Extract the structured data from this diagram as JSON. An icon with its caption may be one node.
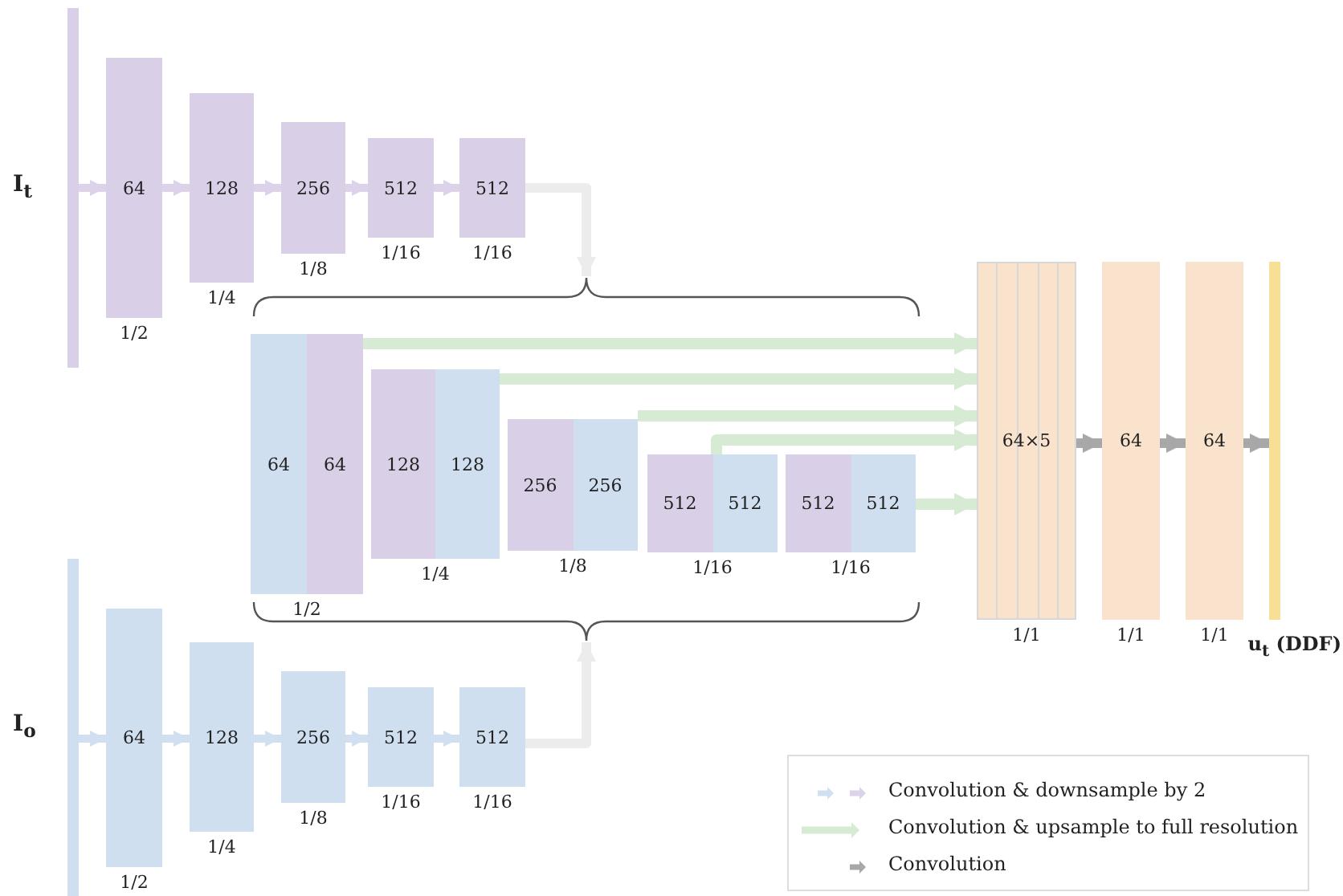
{
  "diagram": {
    "nodes": [
      {
        "text": [],
        "shape": "bar",
        "beside": [
          "I$_{t}$"
        ]
      },
      {
        "text": [
          "64"
        ],
        "beside": [
          "1/2"
        ]
      },
      {
        "text": [
          "128"
        ],
        "beside": [
          "1/4"
        ]
      },
      {
        "text": [
          "256"
        ],
        "beside": [
          "1/8"
        ]
      },
      {
        "text": [
          "512"
        ],
        "beside": [
          "1/16"
        ]
      },
      {
        "text": [
          "512"
        ],
        "beside": [
          "1/16"
        ]
      },
      {
        "text": [],
        "shape": "bar",
        "beside": [
          "I$_{o}$"
        ]
      },
      {
        "text": [
          "64"
        ],
        "beside": [
          "1/2"
        ]
      },
      {
        "text": [
          "128"
        ],
        "beside": [
          "1/4"
        ]
      },
      {
        "text": [
          "256"
        ],
        "beside": [
          "1/8"
        ]
      },
      {
        "text": [
          "512"
        ],
        "beside": [
          "1/16"
        ]
      },
      {
        "text": [
          "512"
        ],
        "beside": [
          "1/16"
        ]
      },
      {
        "text": [
          "64",
          "64"
        ],
        "beside": [
          "1/2"
        ]
      },
      {
        "text": [
          "128",
          "128"
        ],
        "beside": [
          "1/4"
        ]
      },
      {
        "text": [
          "256",
          "256"
        ],
        "beside": [
          "1/8"
        ]
      },
      {
        "text": [
          "512",
          "512"
        ],
        "beside": [
          "1/16"
        ]
      },
      {
        "text": [
          "512",
          "512"
        ],
        "beside": [
          "1/16"
        ]
      },
      {
        "text": [
          "64×5"
        ],
        "beside": [
          "1/1"
        ]
      },
      {
        "text": [
          "64"
        ],
        "beside": [
          "1/1"
        ]
      },
      {
        "text": [
          "64"
        ],
        "beside": [
          "1/1"
        ]
      },
      {
        "text": [],
        "shape": "bar",
        "beside": [
          "u$_{t}$ (DDF)"
        ]
      },
      {
        "text": [],
        "shape": "brace"
      },
      {
        "text": [],
        "shape": "brace"
      }
    ],
    "edges": [
      {
        "from": 0,
        "to": 1,
        "arrow": "to",
        "color": "#dcd3ea"
      },
      {
        "from": 1,
        "to": 2,
        "arrow": "to",
        "color": "#dcd3ea"
      },
      {
        "from": 2,
        "to": 3,
        "arrow": "to",
        "color": "#dcd3ea"
      },
      {
        "from": 3,
        "to": 4,
        "arrow": "to",
        "color": "#dcd3ea"
      },
      {
        "from": 4,
        "to": 5,
        "arrow": "to",
        "color": "#dcd3ea"
      },
      {
        "from": 5,
        "to": 21,
        "arrow": "to",
        "color": "#ececec"
      },
      {
        "from": 6,
        "to": 7,
        "arrow": "to",
        "color": "#d0e0f0"
      },
      {
        "from": 7,
        "to": 8,
        "arrow": "to",
        "color": "#d0e0f0"
      },
      {
        "from": 8,
        "to": 9,
        "arrow": "to",
        "color": "#d0e0f0"
      },
      {
        "from": 9,
        "to": 10,
        "arrow": "to",
        "color": "#d0e0f0"
      },
      {
        "from": 10,
        "to": 11,
        "arrow": "to",
        "color": "#d0e0f0"
      },
      {
        "from": 11,
        "to": 22,
        "arrow": "to",
        "color": "#ececec"
      },
      {
        "from": 12,
        "to": 17,
        "arrow": "to",
        "color": "#d7ebd4"
      },
      {
        "from": 13,
        "to": 17,
        "arrow": "to",
        "color": "#d7ebd4"
      },
      {
        "from": 14,
        "to": 17,
        "arrow": "to",
        "color": "#d7ebd4"
      },
      {
        "from": 15,
        "to": 17,
        "arrow": "to",
        "color": "#d7ebd4"
      },
      {
        "from": 16,
        "to": 17,
        "arrow": "to",
        "color": "#d7ebd4"
      },
      {
        "from": 17,
        "to": 18,
        "arrow": "to",
        "color": "#a8a8a8"
      },
      {
        "from": 18,
        "to": 19,
        "arrow": "to",
        "color": "#a8a8a8"
      },
      {
        "from": 19,
        "to": 20,
        "arrow": "to",
        "color": "#a8a8a8"
      }
    ],
    "legend": [
      {
        "text": "Convolution & downsample by 2"
      },
      {
        "text": "Convolution & upsample to full resolution"
      },
      {
        "text": "Convolution"
      }
    ]
  }
}
